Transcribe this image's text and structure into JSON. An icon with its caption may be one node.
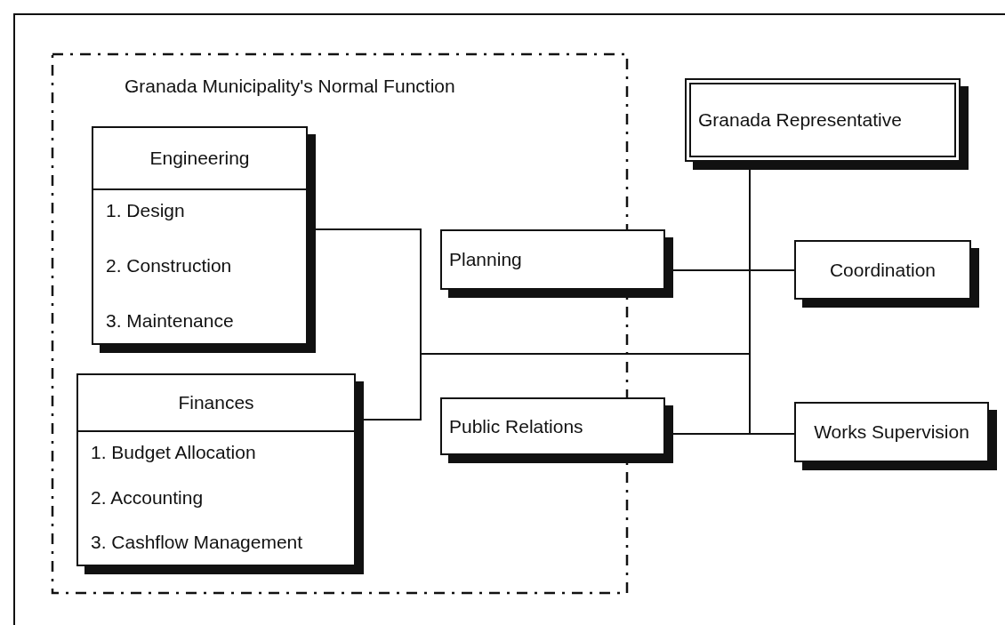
{
  "diagram": {
    "nodes": [
      {
        "text": [
          "Granada Municipality's Normal Function"
        ]
      },
      {
        "text": [
          "Engineering",
          "1. Design",
          "2. Construction",
          "3. Maintenance"
        ],
        "in": 0
      },
      {
        "text": [
          "Finances",
          "1. Budget Allocation",
          "2. Accounting",
          "3. Cashflow Management"
        ],
        "in": 0
      },
      {
        "text": [
          "Granada Representative"
        ]
      },
      {
        "text": [
          "Planning"
        ]
      },
      {
        "text": [
          "Coordination"
        ]
      },
      {
        "text": [
          "Public Relations"
        ]
      },
      {
        "text": [
          "Works Supervision"
        ]
      }
    ],
    "edges": [
      {
        "from": 1,
        "to": 3,
        "arrow": "none"
      },
      {
        "from": 2,
        "to": 3,
        "arrow": "none"
      },
      {
        "from": 4,
        "to": 5,
        "arrow": "none"
      },
      {
        "from": 6,
        "to": 7,
        "arrow": "none"
      },
      {
        "from": 3,
        "to": 5,
        "arrow": "none"
      },
      {
        "from": 3,
        "to": 7,
        "arrow": "none"
      }
    ]
  }
}
